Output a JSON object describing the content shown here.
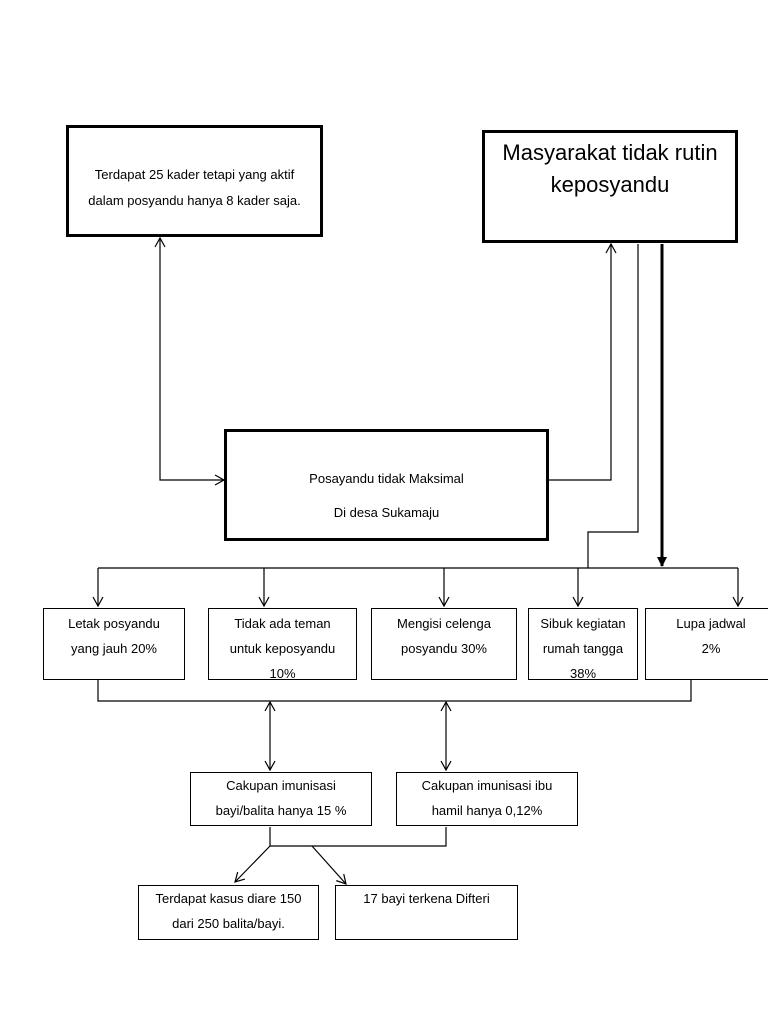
{
  "nodes": {
    "kader": [
      "Terdapat 25 kader tetapi yang aktif",
      "dalam posyandu hanya 8 kader saja."
    ],
    "masyarakat": [
      "Masyarakat tidak rutin",
      "keposyandu"
    ],
    "posyandu": [
      "Posayandu tidak Maksimal",
      "Di desa Sukamaju"
    ],
    "letak": [
      "Letak posyandu",
      "yang jauh 20%"
    ],
    "teman": [
      "Tidak ada teman",
      "untuk keposyandu",
      "10%"
    ],
    "celengan": [
      "Mengisi celenga",
      "posyandu 30%"
    ],
    "sibuk": [
      "Sibuk kegiatan",
      "rumah tangga",
      "38%"
    ],
    "lupa": [
      "Lupa jadwal",
      "2%"
    ],
    "imunisasi_bayi": [
      "Cakupan imunisasi",
      "bayi/balita hanya 15 %"
    ],
    "imunisasi_ibu": [
      "Cakupan imunisasi ibu",
      "hamil hanya 0,12%"
    ],
    "diare": [
      "Terdapat kasus diare 150",
      "dari 250 balita/bayi."
    ],
    "difteri": [
      "17 bayi terkena Difteri"
    ]
  }
}
